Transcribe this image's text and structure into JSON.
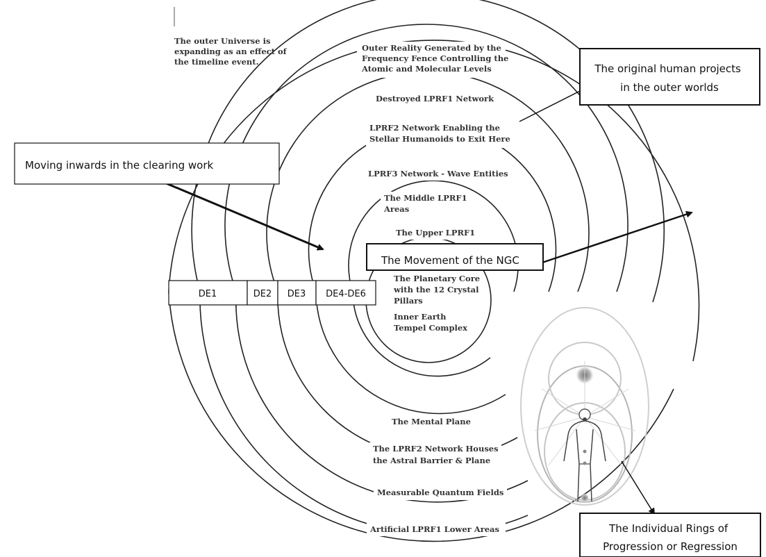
{
  "universe_note": [
    "The outer Universe is",
    "expanding as an effect of",
    "the timeline event."
  ],
  "ring_labels": {
    "outer_reality": [
      "Outer Reality Generated by the",
      "Frequency Fence Controlling the",
      "Atomic and Molecular Levels"
    ],
    "destroyed_lprf1": [
      "Destroyed LPRF1 Network"
    ],
    "lprf2_stellar": [
      "LPRF2 Network Enabling the",
      "Stellar Humanoids to Exit Here"
    ],
    "lprf3_wave": [
      "LPRF3 Network - Wave Entities"
    ],
    "middle_lprf1": [
      "The Middle LPRF1",
      "Areas"
    ],
    "upper_lprf1": [
      "The Upper LPRF1"
    ],
    "planetary_core": [
      "The Planetary Core",
      "with the 12 Crystal",
      "Pillars"
    ],
    "inner_earth": [
      "Inner Earth",
      "Tempel Complex"
    ],
    "mental_plane": [
      "The Mental Plane"
    ],
    "astral": [
      "The LPRF2 Network Houses",
      "the Astral Barrier & Plane"
    ],
    "quantum": [
      "Measurable Quantum Fields"
    ],
    "artificial": [
      "Artificial LPRF1 Lower Areas"
    ]
  },
  "callouts": {
    "moving_inwards": "Moving inwards in the clearing work",
    "original_projects": [
      "The original human projects",
      "in the outer worlds"
    ],
    "ngc": "The Movement of the NGC",
    "individual_rings": [
      "The Individual Rings of",
      "Progression or Regression"
    ]
  },
  "density_bar": [
    "DE1",
    "DE2",
    "DE3",
    "DE4-DE6"
  ]
}
